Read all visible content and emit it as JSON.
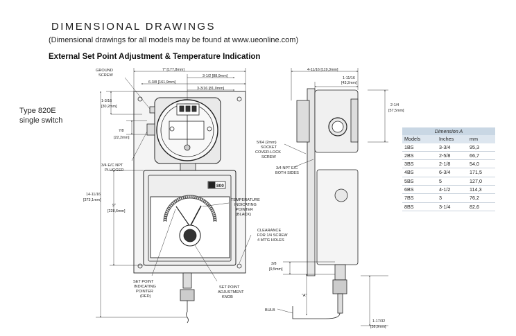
{
  "heading": "DIMENSIONAL DRAWINGS",
  "subheading": "(Dimensional drawings for all models may be found at www.ueonline.com)",
  "section_title": "External Set Point Adjustment & Temperature Indication",
  "type_label": [
    "Type 820E",
    "single switch"
  ],
  "logo_text": "800",
  "front_view": {
    "dims": {
      "overall_width": "7\" [177,8mm]",
      "width_6_3_8": "6-3/8 [161,9mm]",
      "width_3_1_2": "3-1/2 [88,9mm]",
      "width_3_3_16": "3-3/16 [81,0mm]",
      "top_1_3_16": [
        "1-3/16",
        "[30,2mm]"
      ],
      "side_7_8": [
        "7/8",
        "[22,2mm]"
      ],
      "height_14_11_16": [
        "14-11/16",
        "[373,1mm]"
      ],
      "height_9": [
        "9\"",
        "[228,6mm]"
      ]
    },
    "labels": {
      "ground_screw": [
        "GROUND",
        "SCREW"
      ],
      "npt_plugged": [
        "3/4 E/C NPT",
        "PLUGGED"
      ],
      "temperature_pointer": [
        "TEMPERATURE",
        "INDICATING",
        "POINTER",
        "(BLACK)"
      ],
      "clearance": [
        "CLEARANCE",
        "FOR 1/4 SCREW",
        "4 MT'G HOLES"
      ],
      "set_point_pointer": [
        "SET POINT",
        "INDICATING",
        "POINTER",
        "(RED)"
      ],
      "set_point_knob": [
        "SET POINT",
        "ADJUSTMENT",
        "KNOB"
      ]
    }
  },
  "side_view": {
    "dims": {
      "top_width": "4-11/16 [119,3mm]",
      "width_1_11_16": [
        "1-11/16",
        "[43,2mm]"
      ],
      "right_2_1_4": [
        "2-1/4",
        "[57,5mm]"
      ],
      "bottom_3_8": [
        "3/8",
        "[9,5mm]"
      ],
      "dim_a": "\"A\"",
      "bottom_1_17_32": [
        "1-17/32",
        "[38,9mm]"
      ]
    },
    "labels": {
      "socket_screw": [
        "5/64 (2mm)",
        "SOCKET",
        "COVER-LOCK",
        "SCREW"
      ],
      "npt_both_sides": [
        "3/4 NPT E/C",
        "BOTH SIDES"
      ],
      "bulb": "BULB"
    }
  },
  "dimension_table": {
    "caption": "Dimension A",
    "headers": [
      "Models",
      "Inches",
      "mm"
    ],
    "rows": [
      [
        "1BS",
        "3-3/4",
        "95,3"
      ],
      [
        "2BS",
        "2-5/8",
        "66,7"
      ],
      [
        "3BS",
        "2-1/8",
        "54,0"
      ],
      [
        "4BS",
        "6-3/4",
        "171,5"
      ],
      [
        "5BS",
        "5",
        "127,0"
      ],
      [
        "6BS",
        "4-1/2",
        "114,3"
      ],
      [
        "7BS",
        "3",
        "76,2"
      ],
      [
        "8BS",
        "3-1/4",
        "82,6"
      ]
    ]
  }
}
